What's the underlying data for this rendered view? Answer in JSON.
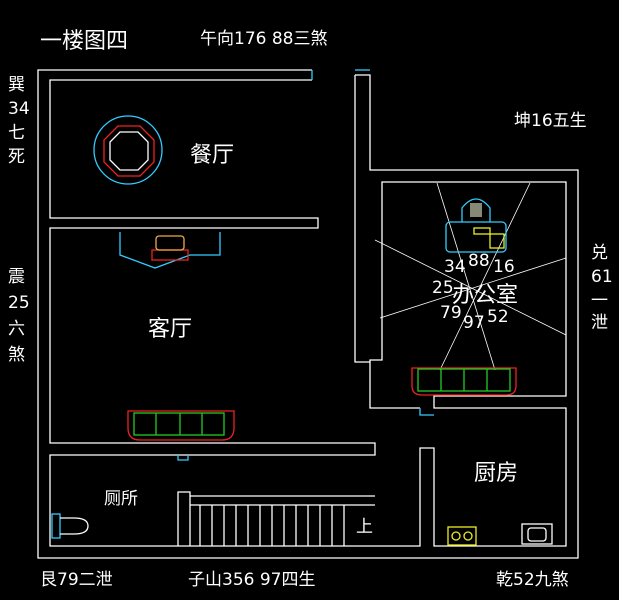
{
  "title": "一楼图四",
  "top_label": "午向176   88三煞",
  "left_labels": {
    "xun": [
      "巽",
      "34",
      "七",
      "死"
    ],
    "zhen": [
      "震",
      "25",
      "六",
      "煞"
    ]
  },
  "right_labels": {
    "kun": "坤16五生",
    "dui": [
      "兑",
      "61",
      "一",
      "泄"
    ]
  },
  "bottom_labels": {
    "gen": "艮79二泄",
    "zi": "子山356  97四生",
    "qian": "乾52九煞"
  },
  "rooms": {
    "dining": "餐厅",
    "living": "客厅",
    "office": "办公室",
    "kitchen": "厨房",
    "toilet": "厕所",
    "stairs_up": "上"
  },
  "office_numbers": {
    "n1": "34",
    "n2": "88",
    "n3": "16",
    "n4": "25",
    "n5": "79",
    "n6": "97",
    "n7": "52"
  }
}
